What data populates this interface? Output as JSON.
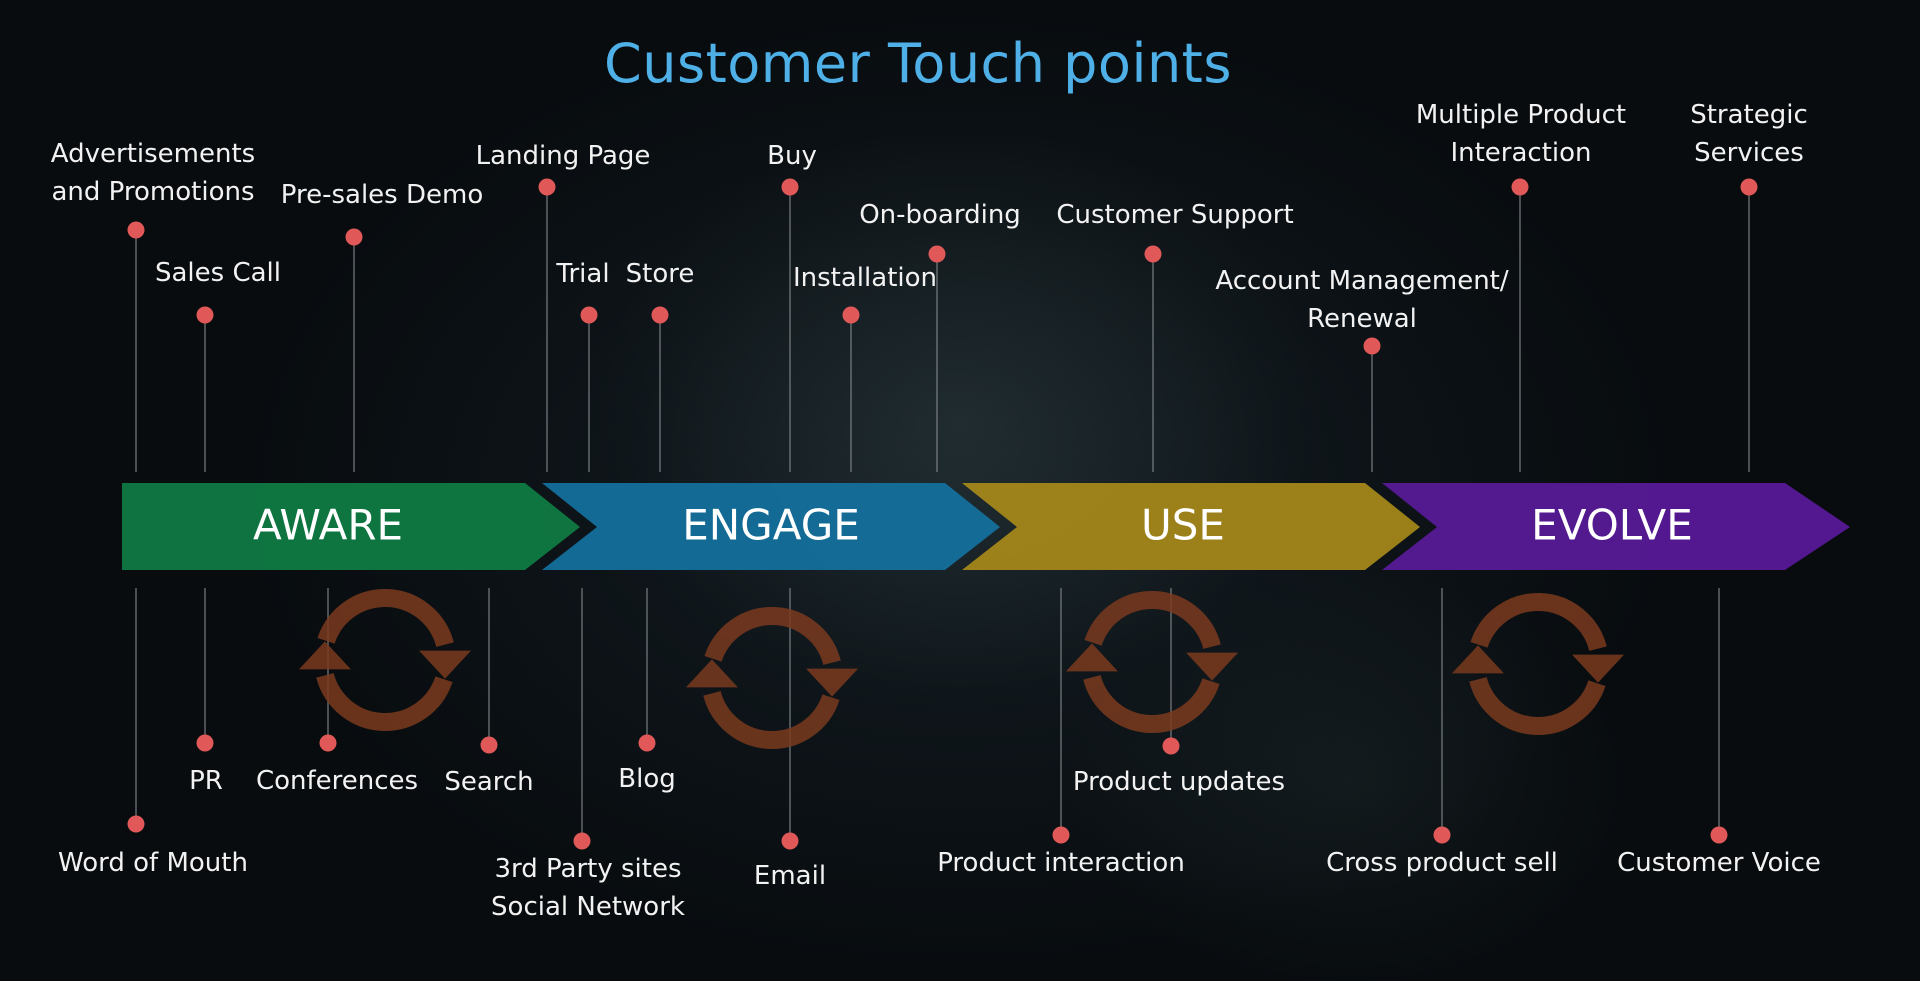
{
  "title": "Customer Touch points",
  "stages": [
    {
      "label": "AWARE",
      "color": "#0f7d44"
    },
    {
      "label": "ENGAGE",
      "color": "#1472a0"
    },
    {
      "label": "USE",
      "color": "#a88a1a"
    },
    {
      "label": "EVOLVE",
      "color": "#5a1a9a"
    }
  ],
  "touchpoints_above": {
    "advertisements": "Advertisements\nand Promotions",
    "sales_call": "Sales Call",
    "pre_sales_demo": "Pre-sales Demo",
    "landing_page": "Landing Page",
    "trial": "Trial",
    "store": "Store",
    "buy": "Buy",
    "installation": "Installation",
    "on_boarding": "On-boarding",
    "customer_support": "Customer Support",
    "account_management": "Account Management/\nRenewal",
    "multiple_product": "Multiple Product\nInteraction",
    "strategic_services": "Strategic\nServices"
  },
  "touchpoints_below": {
    "word_of_mouth": "Word of Mouth",
    "pr": "PR",
    "conferences": "Conferences",
    "search": "Search",
    "third_party": "3rd Party sites\nSocial Network",
    "blog": "Blog",
    "email": "Email",
    "product_interaction": "Product interaction",
    "product_updates": "Product updates",
    "cross_product_sell": "Cross product sell",
    "customer_voice": "Customer Voice"
  },
  "colors": {
    "title": "#4fb0e8",
    "dot": "#e05858",
    "connector": "#8a8f94",
    "cycle_icon": "#7a3a1e"
  },
  "icons": [
    "cycle-icon",
    "cycle-icon",
    "cycle-icon",
    "cycle-icon"
  ]
}
